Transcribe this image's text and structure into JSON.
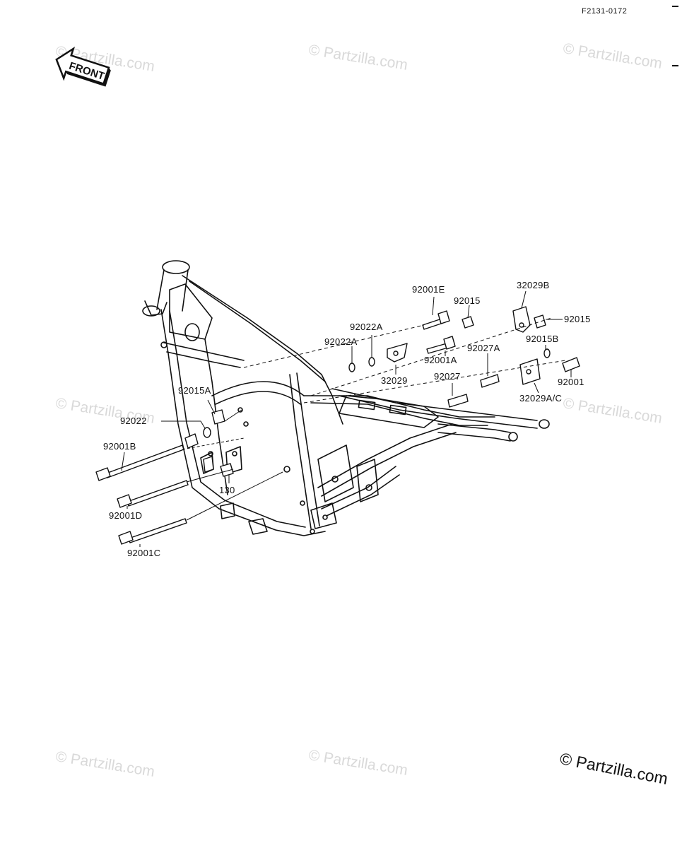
{
  "document_id": "F2131-0172",
  "front_arrow": {
    "text": "FRONT",
    "icon": "front-arrow-icon"
  },
  "watermark_text": "© Partzilla.com",
  "copyright_text": "© Partzilla.com",
  "callouts": [
    {
      "part_number": "92001E"
    },
    {
      "part_number": "92015"
    },
    {
      "part_number": "32029B"
    },
    {
      "part_number": "92015"
    },
    {
      "part_number": "92022A"
    },
    {
      "part_number": "92022A"
    },
    {
      "part_number": "92001A"
    },
    {
      "part_number": "92027A"
    },
    {
      "part_number": "92015B"
    },
    {
      "part_number": "32029"
    },
    {
      "part_number": "92027"
    },
    {
      "part_number": "92001"
    },
    {
      "part_number": "32029A/C"
    },
    {
      "part_number": "92015A"
    },
    {
      "part_number": "92022"
    },
    {
      "part_number": "92001B"
    },
    {
      "part_number": "130"
    },
    {
      "part_number": "92001D"
    },
    {
      "part_number": "92001C"
    }
  ]
}
